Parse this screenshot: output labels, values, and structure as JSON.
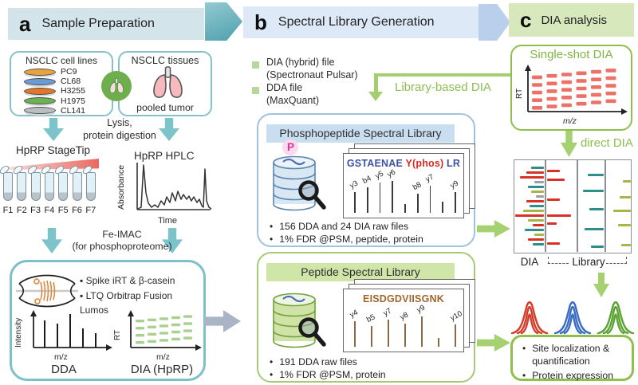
{
  "colors": {
    "red_bar": "#d63227",
    "teal_bar": "#2e8d8d",
    "olive_bar": "#a9b547",
    "gray_bar": "#9aa0a6",
    "salmon_dash": "#ee7168",
    "green_dash": "#a9d08e",
    "green_accent": "#8cbf51",
    "green_arrow": "#a6d171"
  },
  "panel_a": {
    "letter": "a",
    "title": "Sample Preparation",
    "cell_lines_box": {
      "title": "NSCLC cell lines",
      "lines": [
        {
          "name": "PC9",
          "color": "#e8a33d"
        },
        {
          "name": "CL68",
          "color": "#6b9bd2"
        },
        {
          "name": "H3255",
          "color": "#e2762d"
        },
        {
          "name": "H1975",
          "color": "#6fb053"
        },
        {
          "name": "CL141",
          "color": "#b9bec2"
        }
      ]
    },
    "tissues_box": {
      "title": "NSCLC tissues",
      "caption": "pooled tumor"
    },
    "lysis_line1": "Lysis,",
    "lysis_line2": "protein digestion",
    "stagetip_label": "HpRP StageTip",
    "fractions": [
      "F1",
      "F2",
      "F3",
      "F4",
      "F5",
      "F6",
      "F7"
    ],
    "hplc": {
      "label": "HpRP HPLC",
      "ylabel": "Absorbance",
      "xlabel": "Time"
    },
    "feimac_line1": "Fe-IMAC",
    "feimac_line2": "(for phosphoproteome)",
    "ms_box": {
      "bullet1": "Spike iRT & β-casein",
      "bullet2": "LTQ Orbitrap Fusion Lumos",
      "dda": {
        "ylabel": "Intensity",
        "xlabel": "m/z",
        "label": "DDA",
        "stick_heights": [
          34,
          30,
          42,
          24,
          18
        ]
      },
      "dia": {
        "ylabel": "RT",
        "xlabel": "m/z",
        "label": "DIA (HpRP)",
        "rows": 4,
        "dashes_per_row": 5
      }
    }
  },
  "panel_b": {
    "letter": "b",
    "title": "Spectral Library Generation",
    "inputs": [
      {
        "line1": "DIA (hybrid) file",
        "line2": "(Spectronaut Pulsar)"
      },
      {
        "line1": "DDA file",
        "line2": "(MaxQuant)"
      }
    ],
    "library_based_label": "Library-based DIA",
    "phospho_box": {
      "title": "Phosphopeptide Spectral Library",
      "db_tag": "P",
      "sequence": [
        {
          "text": "GSTAENAE ",
          "color": "#3b51a3"
        },
        {
          "text": "Y(phos)",
          "color": "#d42a22"
        },
        {
          "text": " LR",
          "color": "#3b51a3"
        }
      ],
      "stick_color": "#3a3a3a",
      "peaks": [
        {
          "label": "y3",
          "h": 26
        },
        {
          "label": "b4",
          "h": 32
        },
        {
          "label": "y5",
          "h": 38
        },
        {
          "label": "y6",
          "h": 40
        },
        {
          "label": "",
          "h": 11
        },
        {
          "label": "b8",
          "h": 24
        },
        {
          "label": "y7",
          "h": 34
        },
        {
          "label": "",
          "h": 14
        },
        {
          "label": "y9",
          "h": 26
        }
      ],
      "notes": [
        "156 DDA and 24 DIA raw files",
        "1% FDR @PSM, peptide, protein"
      ]
    },
    "peptide_box": {
      "title": "Peptide Spectral Library",
      "sequence": [
        {
          "text": "EISDGDVIISGNK",
          "color": "#a2652c"
        }
      ],
      "stick_color": "#8a6848",
      "peaks": [
        {
          "label": "y4",
          "h": 32
        },
        {
          "label": "b5",
          "h": 26
        },
        {
          "label": "y7",
          "h": 34
        },
        {
          "label": "y8",
          "h": 29
        },
        {
          "label": "y9",
          "h": 38
        },
        {
          "label": "",
          "h": 11
        },
        {
          "label": "y10",
          "h": 28
        }
      ],
      "notes": [
        "191 DDA raw files",
        "1% FDR @PSM, protein"
      ]
    }
  },
  "panel_c": {
    "letter": "c",
    "title": "DIA analysis",
    "single_shot": {
      "title": "Single-shot DIA",
      "ylabel": "RT",
      "xlabel": "m/z",
      "rows": 5,
      "dashes_per_row": 6
    },
    "direct_dia_label": "direct DIA",
    "compare": {
      "label_dia": "DIA",
      "label_library": "Library",
      "columns": [
        {
          "align": "right",
          "bars": [
            [
              8,
              16,
              "t"
            ],
            [
              14,
              22,
              "r"
            ],
            [
              20,
              30,
              "r"
            ],
            [
              26,
              12,
              "g"
            ],
            [
              32,
              20,
              "t"
            ],
            [
              38,
              16,
              "o"
            ],
            [
              44,
              10,
              "g"
            ],
            [
              50,
              22,
              "r"
            ],
            [
              56,
              18,
              "t"
            ],
            [
              62,
              26,
              "o"
            ],
            [
              68,
              36,
              "r"
            ],
            [
              74,
              20,
              "o"
            ],
            [
              80,
              14,
              "r"
            ],
            [
              86,
              24,
              "t"
            ],
            [
              92,
              12,
              "o"
            ],
            [
              98,
              20,
              "r"
            ],
            [
              104,
              14,
              "t"
            ]
          ]
        },
        {
          "align": "left",
          "bars": [
            [
              12,
              16,
              "r"
            ],
            [
              23,
              22,
              "r"
            ],
            [
              48,
              16,
              "r"
            ],
            [
              68,
              30,
              "r"
            ],
            [
              78,
              12,
              "r"
            ],
            [
              103,
              16,
              "r"
            ]
          ]
        },
        {
          "align": "right",
          "bars": [
            [
              17,
              20,
              "t"
            ],
            [
              37,
              26,
              "t"
            ],
            [
              60,
              18,
              "t"
            ],
            [
              85,
              24,
              "t"
            ],
            [
              107,
              16,
              "t"
            ]
          ]
        },
        {
          "align": "right",
          "bars": [
            [
              25,
              10,
              "o"
            ],
            [
              45,
              14,
              "o"
            ],
            [
              62,
              22,
              "o"
            ],
            [
              80,
              16,
              "o"
            ],
            [
              105,
              12,
              "o"
            ]
          ]
        }
      ]
    },
    "results_box": {
      "bullets": [
        "Site localization & quantification",
        "Protein expression"
      ]
    }
  }
}
